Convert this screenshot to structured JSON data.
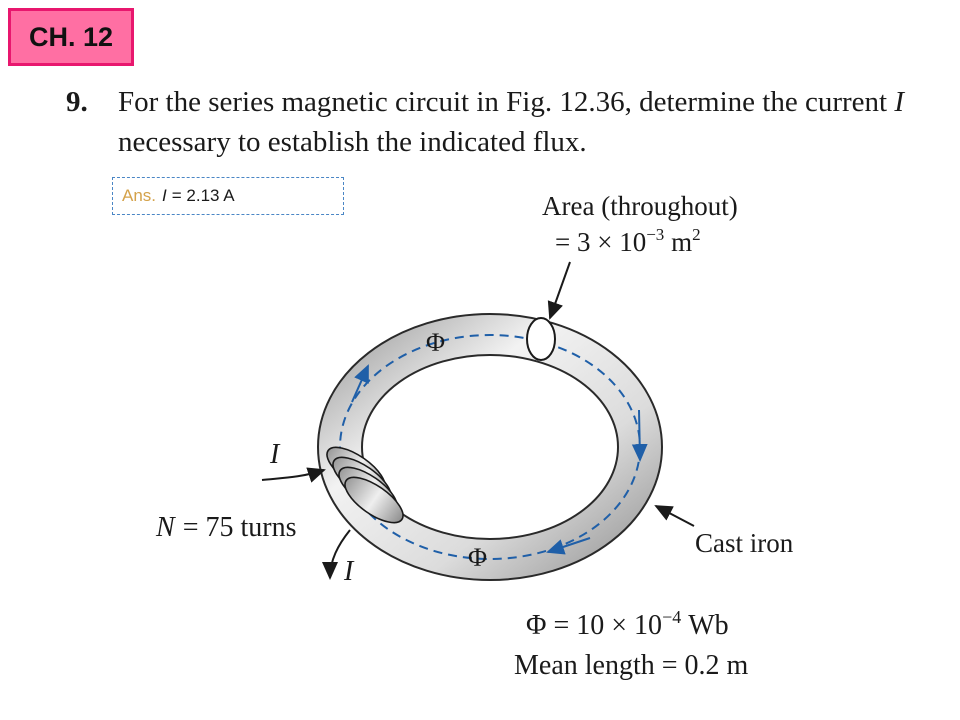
{
  "chapter": "CH. 12",
  "problem": {
    "number": "9.",
    "text_part1": "For the series magnetic circuit in Fig. 12.36, determine the current ",
    "text_var": "I",
    "text_part2": " necessary to establish the indicated flux."
  },
  "answer": {
    "label": "Ans.",
    "variable": "I",
    "value": "= 2.13 A"
  },
  "figure": {
    "area_label_line1": "Area (throughout)",
    "area_label_line2_prefix": "= 3 × 10",
    "area_label_line2_exp": "−3",
    "area_label_line2_unit": " m",
    "area_label_line2_unit_exp": "2",
    "flux_symbol": "Φ",
    "current_symbol": "I",
    "turns_var": "N",
    "turns_value": "= 75 turns",
    "material_label": "Cast iron",
    "flux_value_prefix": "Φ = 10 × 10",
    "flux_value_exp": "−4",
    "flux_value_unit": " Wb",
    "mean_length_label": "Mean length = 0.2 m"
  },
  "colors": {
    "badge_fill": "#ff6fa3",
    "badge_border": "#e8176e",
    "answer_border": "#4a86c5",
    "answer_label": "#d4a24a",
    "flux_path": "#1f5fa8"
  }
}
